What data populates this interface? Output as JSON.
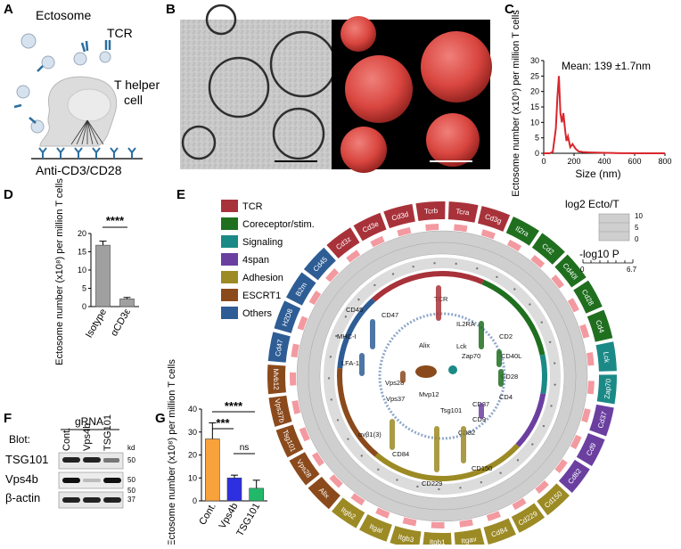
{
  "panels": {
    "A": {
      "letter": "A",
      "ectosome_label": "Ectosome",
      "tcr_label": "TCR",
      "cell_label_line1": "T helper",
      "cell_label_line2": "cell",
      "surface_label": "Anti-CD3/CD28"
    },
    "B": {
      "letter": "B"
    },
    "C": {
      "letter": "C",
      "annotation": "Mean: 139 ±1.7nm",
      "ylabel": "Ectosome number (x10⁶) per million T cells",
      "xlabel": "Size (nm)"
    },
    "D": {
      "letter": "D",
      "ylabel": "Ectosome number (x10⁸) per million T cells",
      "significance": "****"
    },
    "E": {
      "letter": "E",
      "legend": [
        {
          "label": "TCR",
          "color": "#a8323a"
        },
        {
          "label": "Coreceptor/stim.",
          "color": "#1f6f1f"
        },
        {
          "label": "Signaling",
          "color": "#1b8a86"
        },
        {
          "label": "4span",
          "color": "#6b3fa0"
        },
        {
          "label": "Adhesion",
          "color": "#9c8a25"
        },
        {
          "label": "ESCRT1",
          "color": "#8b4a1c"
        },
        {
          "label": "Others",
          "color": "#2e5d95"
        }
      ],
      "scale_title": "log2 Ecto/T",
      "scale_ticks": [
        "10",
        "5",
        "0"
      ],
      "p_title": "-log10 P",
      "p_ticks": [
        "0",
        "6.7"
      ],
      "outer_labels": [
        {
          "t": "Cd3z",
          "c": "#a8323a"
        },
        {
          "t": "Cd3e",
          "c": "#a8323a"
        },
        {
          "t": "Cd3d",
          "c": "#a8323a"
        },
        {
          "t": "Tcrb",
          "c": "#a8323a"
        },
        {
          "t": "Tcra",
          "c": "#a8323a"
        },
        {
          "t": "Cd3g",
          "c": "#a8323a"
        },
        {
          "t": "Il2ra",
          "c": "#1f6f1f"
        },
        {
          "t": "Cd2",
          "c": "#1f6f1f"
        },
        {
          "t": "Cd40l",
          "c": "#1f6f1f"
        },
        {
          "t": "Cd28",
          "c": "#1f6f1f"
        },
        {
          "t": "Cd4",
          "c": "#1f6f1f"
        },
        {
          "t": "Lck",
          "c": "#1b8a86"
        },
        {
          "t": "Zap70",
          "c": "#1b8a86"
        },
        {
          "t": "Cd37",
          "c": "#6b3fa0"
        },
        {
          "t": "Cd9",
          "c": "#6b3fa0"
        },
        {
          "t": "Cd82",
          "c": "#6b3fa0"
        },
        {
          "t": "Cd150",
          "c": "#9c8a25"
        },
        {
          "t": "Cd229",
          "c": "#9c8a25"
        },
        {
          "t": "Cd84",
          "c": "#9c8a25"
        },
        {
          "t": "Itgav",
          "c": "#9c8a25"
        },
        {
          "t": "Itgb1",
          "c": "#9c8a25"
        },
        {
          "t": "Itgb3",
          "c": "#9c8a25"
        },
        {
          "t": "Itgal",
          "c": "#9c8a25"
        },
        {
          "t": "Itgb2",
          "c": "#9c8a25"
        },
        {
          "t": "Alix",
          "c": "#8b4a1c"
        },
        {
          "t": "Vps28",
          "c": "#8b4a1c"
        },
        {
          "t": "Tsg101",
          "c": "#8b4a1c"
        },
        {
          "t": "Vps37b",
          "c": "#8b4a1c"
        },
        {
          "t": "Mvb12",
          "c": "#8b4a1c"
        },
        {
          "t": "Cd47",
          "c": "#2e5d95"
        },
        {
          "t": "H2D8",
          "c": "#2e5d95"
        },
        {
          "t": "B2m",
          "c": "#2e5d95"
        },
        {
          "t": "Cd45",
          "c": "#2e5d95"
        }
      ],
      "inner_labels": [
        "TCR",
        "IL2RA",
        "CD2",
        "CD40L",
        "CD28",
        "CD4",
        "CD37",
        "CD9",
        "CD82",
        "CD150",
        "CD229",
        "CD84",
        "αvβ1(3)",
        "LFA-1",
        "MHC-I",
        "CD45",
        "CD47",
        "Alix",
        "Lck",
        "Zap70",
        "Vps28",
        "Mvp12",
        "Vps37",
        "Tsg101"
      ]
    },
    "F": {
      "letter": "F",
      "gRNA": "gRNA",
      "lanes": [
        "Cont.",
        "Vps4b",
        "TSG101"
      ],
      "blot_label": "Blot:",
      "kd_label": "kd",
      "rows": [
        {
          "name": "TSG101",
          "mw": [
            "50"
          ]
        },
        {
          "name": "Vps4b",
          "mw": [
            "50"
          ]
        },
        {
          "name": "β-actin",
          "mw": [
            "50",
            "37"
          ]
        }
      ]
    },
    "G": {
      "letter": "G",
      "ylabel": "Ectosome number (x10⁸) per million T cells",
      "sig1": "***",
      "sig2": "****",
      "sig3": "ns"
    }
  },
  "chart_data": [
    {
      "id": "C",
      "type": "line",
      "title": "",
      "xlabel": "Size (nm)",
      "ylabel": "Ectosome number (x10⁶) per million T cells",
      "xlim": [
        0,
        800
      ],
      "ylim": [
        0,
        30
      ],
      "xticks": [
        0,
        200,
        400,
        600,
        800
      ],
      "yticks": [
        0,
        5,
        10,
        15,
        20,
        25,
        30
      ],
      "color": "#d9262c",
      "x": [
        0,
        40,
        60,
        80,
        90,
        100,
        110,
        120,
        130,
        140,
        150,
        160,
        175,
        190,
        210,
        230,
        260,
        300,
        350,
        400,
        450,
        500,
        550,
        600,
        650,
        700,
        800
      ],
      "y": [
        0,
        0,
        0.5,
        8,
        18,
        25,
        13,
        10,
        13,
        8,
        4,
        5.5,
        2,
        3,
        1.5,
        0.6,
        0.4,
        0.3,
        0.2,
        0.15,
        0.1,
        0.05,
        0.05,
        0,
        0,
        0,
        0
      ]
    },
    {
      "id": "D",
      "type": "bar",
      "categories": [
        "Isotype",
        "αCD3ε"
      ],
      "values": [
        16.8,
        2.1
      ],
      "errors": [
        1.1,
        0.4
      ],
      "ylim": [
        0,
        20
      ],
      "yticks": [
        0,
        5,
        10,
        15,
        20
      ],
      "colors": [
        "#a0a0a0",
        "#a0a0a0"
      ]
    },
    {
      "id": "G",
      "type": "bar",
      "categories": [
        "Cont.",
        "Vps4b",
        "TSG101"
      ],
      "values": [
        27,
        10,
        5.5
      ],
      "errors": [
        7,
        1.2,
        3.5
      ],
      "ylim": [
        0,
        40
      ],
      "yticks": [
        0,
        10,
        20,
        30,
        40
      ],
      "colors": [
        "#f7a23b",
        "#2d2fe0",
        "#22b86a"
      ]
    }
  ]
}
